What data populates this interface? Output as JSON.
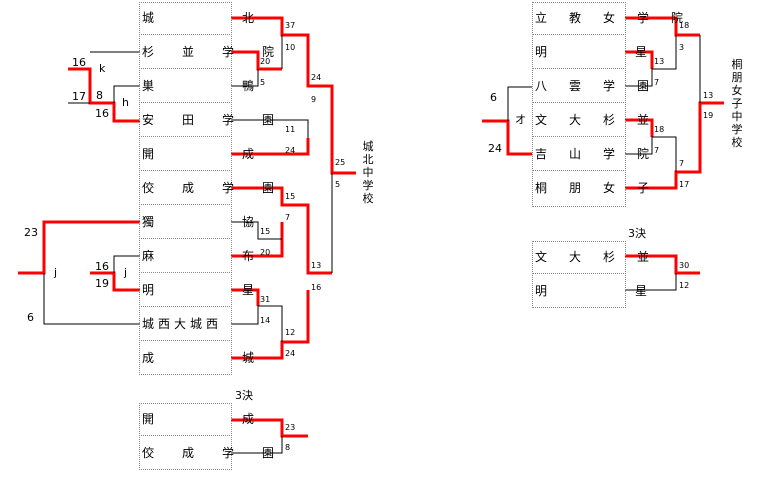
{
  "left_bracket": {
    "teams": [
      "城　　　　北",
      "杉　並　学　院",
      "巣　　　　鴨",
      "安　田　学　園",
      "開　　　　成",
      "佼　成　学　園",
      "獨　　　　協",
      "麻　　　　布",
      "明　　　　星",
      "城西大城西",
      "成　　　　城"
    ],
    "scores": [
      "37",
      "10",
      "20",
      "5",
      "24",
      "9",
      "11",
      "24",
      "25",
      "5",
      "15",
      "7",
      "15",
      "20",
      "31",
      "14",
      "13",
      "16",
      "12",
      "24"
    ],
    "prelims": {
      "k": {
        "label": "k",
        "top_score": "16",
        "bottom_score": "8"
      },
      "h": {
        "label": "h",
        "top_score": "17",
        "bottom_score": "16"
      },
      "j_inner": {
        "label": "j",
        "top_score": "16",
        "bottom_score": "19"
      },
      "j_outer": {
        "label": "j",
        "top_score": "23",
        "bottom_score": "6"
      }
    },
    "champion": "城北中学校"
  },
  "left_third": {
    "title": "3決",
    "teams": [
      "開　　　　成",
      "佼　成　学　園"
    ],
    "scores": [
      "23",
      "8"
    ]
  },
  "right_bracket": {
    "teams": [
      "立　教　女　学　院",
      "明　　　　星",
      "八　雲　学　園",
      "文　大　杉　並",
      "吉　山　学　院",
      "桐　朋　女　子"
    ],
    "scores": [
      "18",
      "3",
      "13",
      "7",
      "13",
      "19",
      "18",
      "7",
      "7",
      "17"
    ],
    "prelim": {
      "label": "オ",
      "top_score": "6",
      "bottom_score": "24"
    },
    "champion": "桐朋女子中学校"
  },
  "right_third": {
    "title": "3決",
    "teams": [
      "文　大　杉　並",
      "明　　　　星"
    ],
    "scores": [
      "30",
      "12"
    ]
  },
  "colors": {
    "winner_line": "#ff0000",
    "loser_line": "#000000",
    "border": "#888888"
  }
}
